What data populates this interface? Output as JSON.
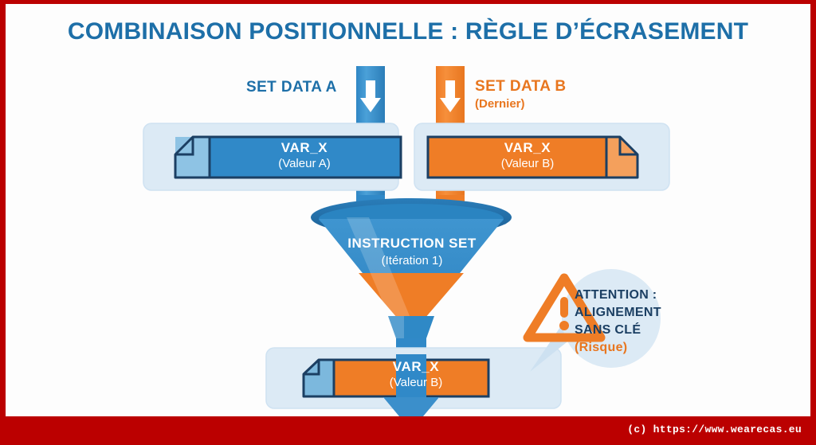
{
  "page": {
    "title": "COMBINAISON POSITIONNELLE : RÈGLE D’ÉCRASEMENT",
    "footer": "(c) https://www.wearecas.eu",
    "border_color": "#bb0000",
    "background": "#fdfdfd"
  },
  "colors": {
    "blue": "#3089c8",
    "blue_dark": "#1d6fa8",
    "blue_darker": "#1b3f63",
    "blue_light": "#dceaf5",
    "blue_pale": "#bcd9ee",
    "orange": "#ef7d26",
    "orange_dark": "#e8761f",
    "orange_light": "#f4a05c",
    "white": "#ffffff"
  },
  "inputs": [
    {
      "id": "a",
      "label": "SET DATA A",
      "sublabel": "",
      "color": "blue",
      "arrow_color": "#3089c8",
      "box": {
        "name": "VAR_X",
        "value": "(Valeur A)",
        "fill": "#3089c8",
        "fold_side": "left"
      }
    },
    {
      "id": "b",
      "label": "SET DATA B",
      "sublabel": "(Dernier)",
      "color": "orange",
      "arrow_color": "#ef7d26",
      "box": {
        "name": "VAR_X",
        "value": "(Valeur B)",
        "fill": "#ef7d26",
        "fold_side": "right"
      }
    }
  ],
  "funnel": {
    "title": "INSTRUCTION SET",
    "subtitle": "(Itération 1)",
    "top_fill": "#3089c8",
    "bottom_fill": "#ef7d26",
    "rim_fill": "#1f6ea5"
  },
  "output": {
    "box": {
      "name": "VAR_X",
      "value": "(Valeur B)",
      "fill": "#ef7d26",
      "fold_side": "left",
      "fold_fill": "#7cb8dd"
    }
  },
  "warning": {
    "icon": "warning-triangle-icon",
    "line1": "ATTENTION :",
    "line2": "ALIGNEMENT",
    "line3": "SANS CLÉ",
    "line4": "(Risque)",
    "bubble_fill": "#dceaf5",
    "triangle_color": "#ef7d26"
  }
}
